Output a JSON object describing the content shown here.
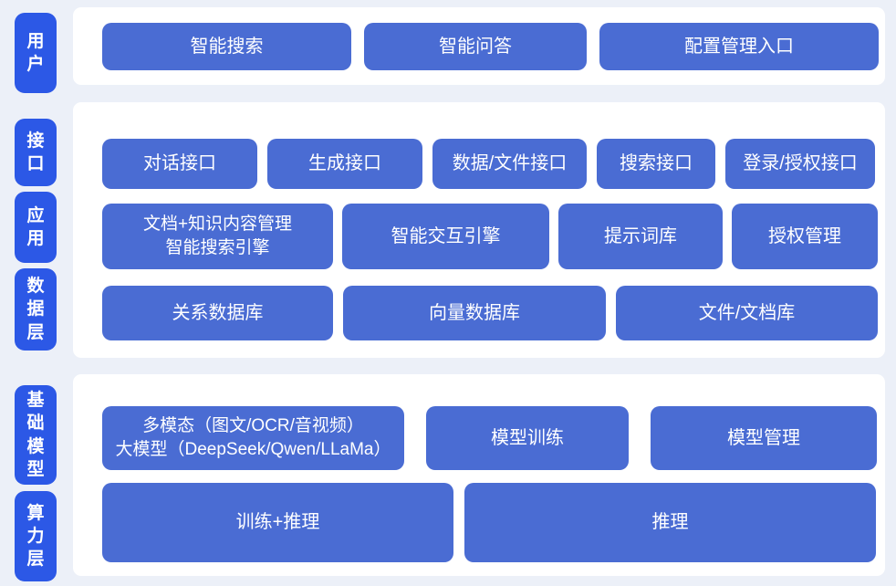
{
  "colors": {
    "background": "#ecf0f8",
    "panel": "#ffffff",
    "layer_pill_blue": "#2c58e6",
    "box_blue": "#4a6cd3",
    "text": "#ffffff"
  },
  "layer_labels": {
    "user": "用户",
    "interface": "接口",
    "application": "应用",
    "data_layer": "数据层",
    "foundation_model": "基础模型",
    "compute_layer": "算力层"
  },
  "boxes": {
    "user_row": [
      "智能搜索",
      "智能问答",
      "配置管理入口"
    ],
    "interface_row": [
      "对话接口",
      "生成接口",
      "数据/文件接口",
      "搜索接口",
      "登录/授权接口"
    ],
    "application_row": [
      "文档+知识内容管理\n智能搜索引擎",
      "智能交互引擎",
      "提示词库",
      "授权管理"
    ],
    "data_row": [
      "关系数据库",
      "向量数据库",
      "文件/文档库"
    ],
    "model_row": [
      "多模态（图文/OCR/音视频）\n大模型（DeepSeek/Qwen/LLaMa）",
      "模型训练",
      "模型管理"
    ],
    "compute_row": [
      "训练+推理",
      "推理"
    ]
  }
}
